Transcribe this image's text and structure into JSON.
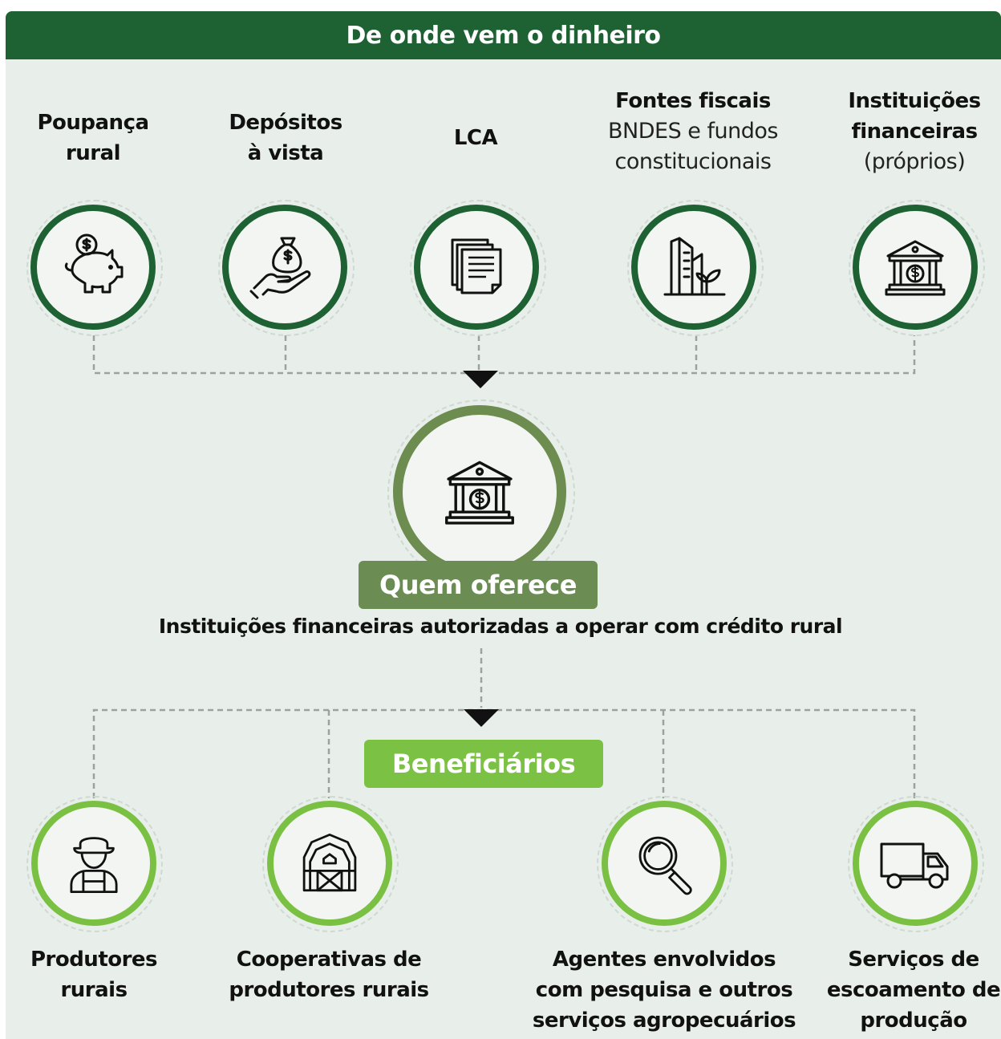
{
  "header": {
    "title": "De onde vem o dinheiro"
  },
  "sources": [
    {
      "title": "Poupança\nrural",
      "subtitle": "",
      "icon": "piggy-bank-icon"
    },
    {
      "title": "Depósitos\nà vista",
      "subtitle": "",
      "icon": "money-bag-hand-icon"
    },
    {
      "title": "LCA",
      "subtitle": "",
      "icon": "documents-icon"
    },
    {
      "title": "Fontes fiscais",
      "subtitle": "BNDES e fundos\nconstitucionais",
      "icon": "buildings-plant-icon"
    },
    {
      "title": "Instituições\nfinanceiras",
      "subtitle": "(próprios)",
      "icon": "bank-icon"
    }
  ],
  "provider": {
    "label": "Quem oferece",
    "description": "Instituições financeiras autorizadas a operar com crédito rural",
    "icon": "bank-icon"
  },
  "beneficiaries": {
    "label": "Beneficiários",
    "items": [
      {
        "title": "Produtores\nrurais",
        "icon": "farmer-icon"
      },
      {
        "title": "Cooperativas de\nprodutores rurais",
        "icon": "barn-icon"
      },
      {
        "title": "Agentes envolvidos\ncom pesquisa e outros\nserviços agropecuários",
        "icon": "magnifier-icon"
      },
      {
        "title": "Serviços de\nescoamento de\nprodução",
        "icon": "truck-icon"
      }
    ]
  },
  "colors": {
    "dark_green": "#1e6234",
    "mid_green": "#6b8d53",
    "light_green": "#7bc143",
    "panel": "#e8efea"
  }
}
